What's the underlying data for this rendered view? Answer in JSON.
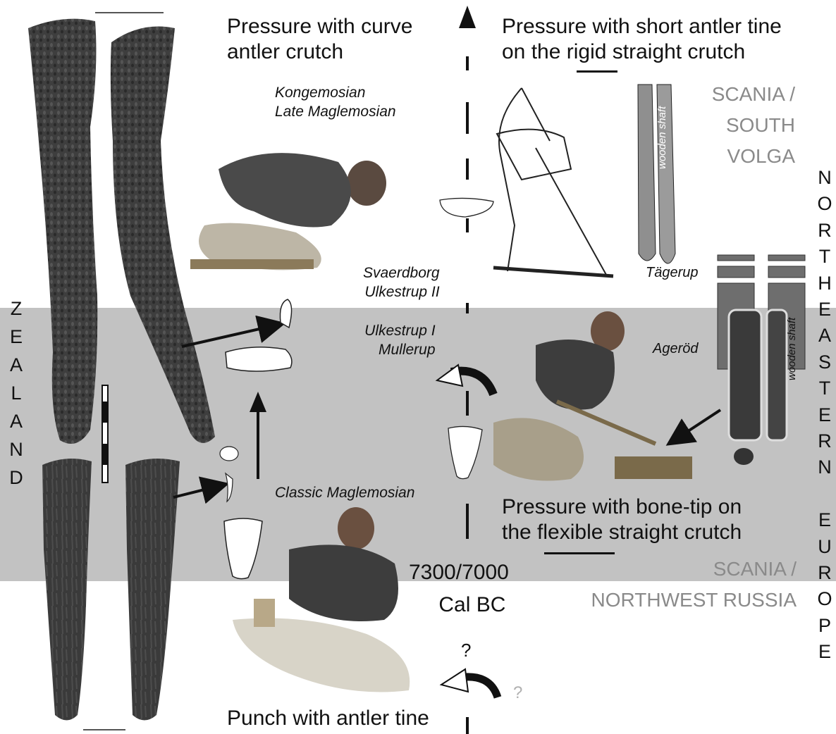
{
  "labels": {
    "top_left_title": [
      "Pressure with curve",
      "antler crutch"
    ],
    "top_right_title": [
      "Pressure with short antler tine",
      "on the rigid straight crutch"
    ],
    "top_right_keyword": "rigid",
    "mid_right_title": [
      "Pressure with bone-tip on",
      "the flexible straight crutch"
    ],
    "mid_right_keyword": "flexible",
    "bottom_title": "Punch with antler tine",
    "date": [
      "7300/7000",
      "Cal BC"
    ]
  },
  "periods": {
    "kongemosian": [
      "Kongemosian",
      "Late Maglemosian"
    ],
    "svaerdborg": [
      "Svaerdborg",
      "Ulkestrup II"
    ],
    "ulkestrup": [
      "Ulkestrup I",
      "Mullerup"
    ],
    "classic": "Classic Maglemosian"
  },
  "sites": {
    "tagerup": "Tägerup",
    "agerod": "Ageröd",
    "wooden_shaft_top": "wooden shaft",
    "wooden_shaft_mid": "wooden shaft"
  },
  "regions": {
    "scania_south_volga": [
      "SCANIA /",
      "SOUTH",
      "VOLGA"
    ],
    "scania_nw_russia": [
      "SCANIA /",
      "NORTHWEST RUSSIA"
    ],
    "zealand": [
      "Z",
      "E",
      "A",
      "L",
      "A",
      "N",
      "D"
    ],
    "northeastern_europe": [
      "N",
      "O",
      "R",
      "T",
      "H",
      "E",
      "A",
      "S",
      "T",
      "E",
      "R",
      "N",
      "",
      "E",
      "U",
      "R",
      "O",
      "P",
      "E"
    ]
  },
  "marks": {
    "question_main": "?",
    "question_grey": "?"
  },
  "colors": {
    "band": "#c2c2c2",
    "grey_text": "#8a8a8a",
    "antler": "#3a3a3a",
    "bar": "#6e6e6e"
  }
}
